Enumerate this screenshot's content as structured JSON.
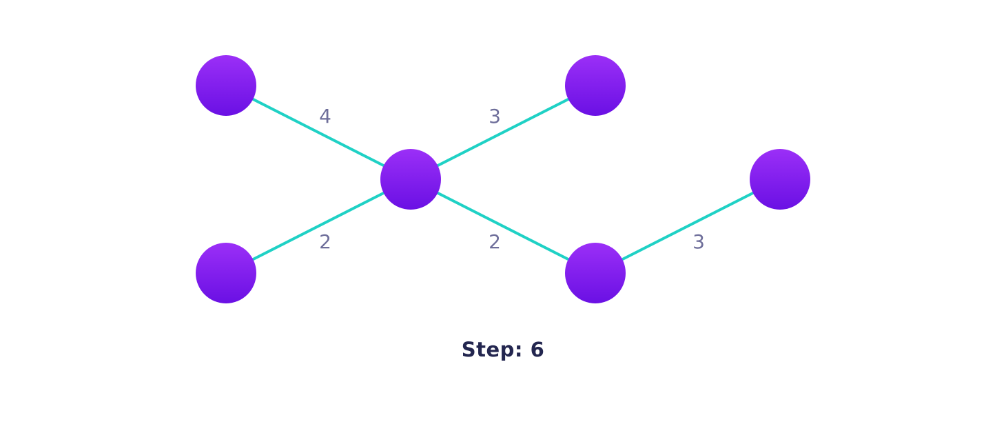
{
  "graph": {
    "nodes": [
      {
        "id": "n1"
      },
      {
        "id": "n2"
      },
      {
        "id": "n3"
      },
      {
        "id": "n4"
      },
      {
        "id": "n5"
      },
      {
        "id": "n6"
      }
    ],
    "edges": [
      {
        "from": "n1",
        "to": "n3",
        "weight": "4"
      },
      {
        "from": "n3",
        "to": "n2",
        "weight": "3"
      },
      {
        "from": "n4",
        "to": "n3",
        "weight": "2"
      },
      {
        "from": "n3",
        "to": "n5",
        "weight": "2"
      },
      {
        "from": "n5",
        "to": "n6",
        "weight": "3"
      }
    ]
  },
  "step": {
    "label": "Step: 6"
  },
  "colors": {
    "node_top": "#9b2ff7",
    "node_bottom": "#6a10e4",
    "edge": "#1fd1c5",
    "weight_text": "#6e6e9a",
    "step_text": "#23264f"
  }
}
